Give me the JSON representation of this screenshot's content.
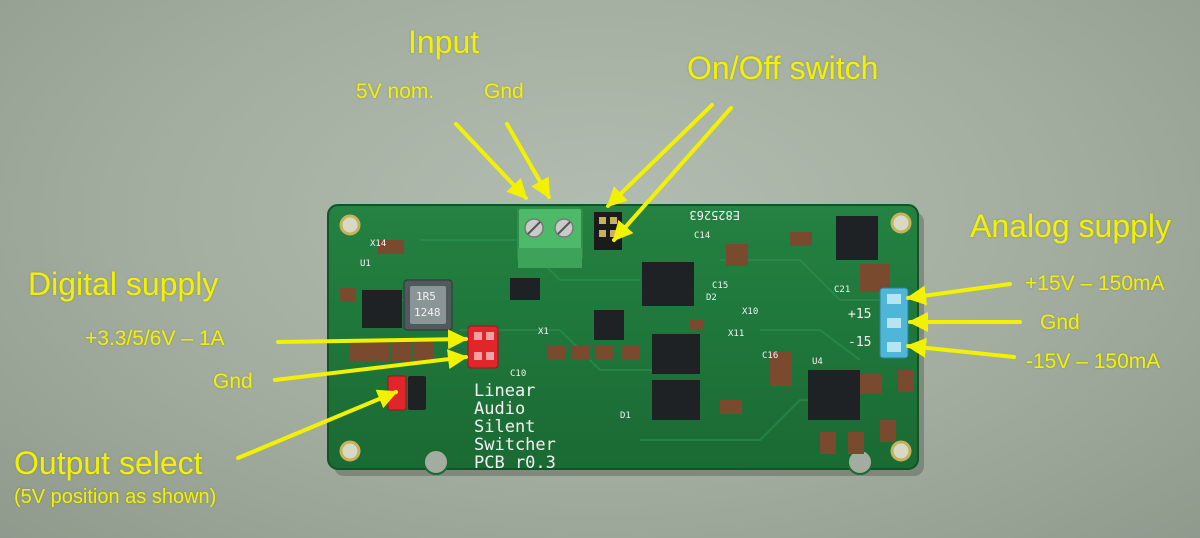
{
  "colors": {
    "annotation": "#f2f200",
    "pcb": "#1f7a3a",
    "pcb_dark": "#17602c",
    "terminal_block": "#4dba6a",
    "header_red": "#e0262b",
    "header_blue": "#4fb6d8",
    "silkscreen": "#f2f2f2"
  },
  "labels": {
    "input_title": "Input",
    "input_5v": "5V nom.",
    "input_gnd": "Gnd",
    "onoff_title": "On/Off switch",
    "analog_title": "Analog supply",
    "analog_pos": "+15V – 150mA",
    "analog_gnd": "Gnd",
    "analog_neg": "-15V – 150mA",
    "digital_title": "Digital supply",
    "digital_voltage": "+3.3/5/6V – 1A",
    "digital_gnd": "Gnd",
    "output_select_title": "Output select",
    "output_select_note": "(5V position as shown)"
  },
  "board_silkscreen": {
    "name_lines": [
      "Linear",
      "Audio",
      "Silent",
      "Switcher",
      "PCB r0.3"
    ],
    "serial": "E825263",
    "inductor_marking": [
      "1R5",
      "1248"
    ],
    "analog_header_marks": [
      "+15",
      "-15"
    ],
    "refs": [
      "C14",
      "C15",
      "C16",
      "C21",
      "X10",
      "X11",
      "X14",
      "D1",
      "D2",
      "U1",
      "U4",
      "C10",
      "X1"
    ]
  },
  "icons": {
    "screw": "screw-icon",
    "mounting_hole": "mounting-hole-icon"
  }
}
